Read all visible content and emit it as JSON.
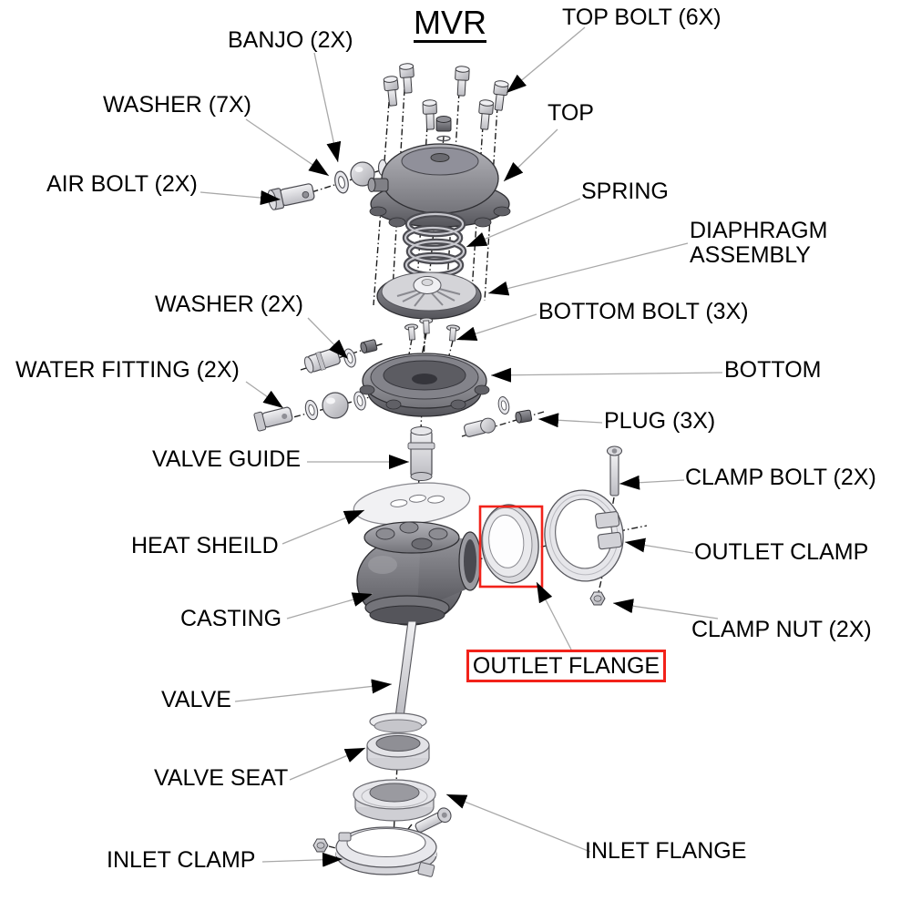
{
  "title": "MVR",
  "labels": {
    "top_bolt": "TOP BOLT (6X)",
    "banjo": "BANJO (2X)",
    "washer_7x": "WASHER (7X)",
    "air_bolt": "AIR BOLT (2X)",
    "top": "TOP",
    "spring": "SPRING",
    "diaphragm_line1": "DIAPHRAGM",
    "diaphragm_line2": "ASSEMBLY",
    "washer_2x": "WASHER (2X)",
    "bottom_bolt": "BOTTOM BOLT (3X)",
    "water_fitting": "WATER FITTING (2X)",
    "bottom": "BOTTOM",
    "plug": "PLUG (3X)",
    "valve_guide": "VALVE GUIDE",
    "clamp_bolt": "CLAMP BOLT (2X)",
    "heat_shield": "HEAT SHEILD",
    "outlet_clamp": "OUTLET CLAMP",
    "casting": "CASTING",
    "clamp_nut": "CLAMP NUT (2X)",
    "outlet_flange": "OUTLET FLANGE",
    "valve": "VALVE",
    "valve_seat": "VALVE SEAT",
    "inlet_clamp": "INLET CLAMP",
    "inlet_flange": "INLET FLANGE"
  },
  "colors": {
    "highlight": "#f2221a",
    "leader_line": "#a8a8a8",
    "text": "#000000",
    "part_dark": "#6e6e74",
    "part_light": "#dcdce0"
  }
}
